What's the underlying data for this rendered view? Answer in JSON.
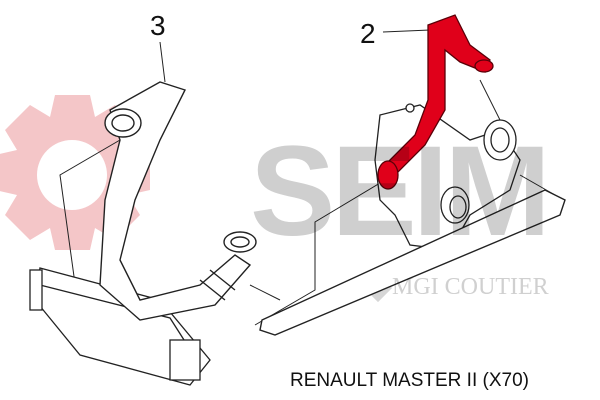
{
  "diagram": {
    "callouts": [
      {
        "label": "3"
      },
      {
        "label": "2"
      }
    ],
    "caption": "RENAULT MASTER II (X70)",
    "highlighted_part": "2",
    "highlight_color": "#e0001a"
  },
  "watermark": {
    "brand": "SEIM",
    "sub_brand": "MGI COUTIER",
    "gear_color": "#f4c6c8",
    "text_color": "#cfcfcf"
  }
}
